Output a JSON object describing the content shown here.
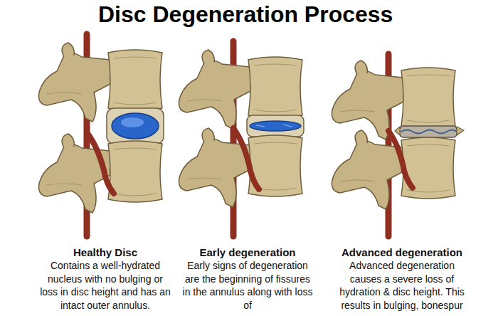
{
  "diagram": {
    "title": "Disc Degeneration Process",
    "labels": [
      "Healthy Disc",
      "Contains a well-hydrated nucleus with no bulging or loss in disc height and has an intact outer annulus.",
      "Early degeneration",
      "Early signs of degeneration are the beginning of fissures in the annulus along with loss of",
      "Advanced degeneration",
      "Advanced degeneration causes a severe loss of hydration & disc height. This results in bulging, bonespur"
    ]
  }
}
